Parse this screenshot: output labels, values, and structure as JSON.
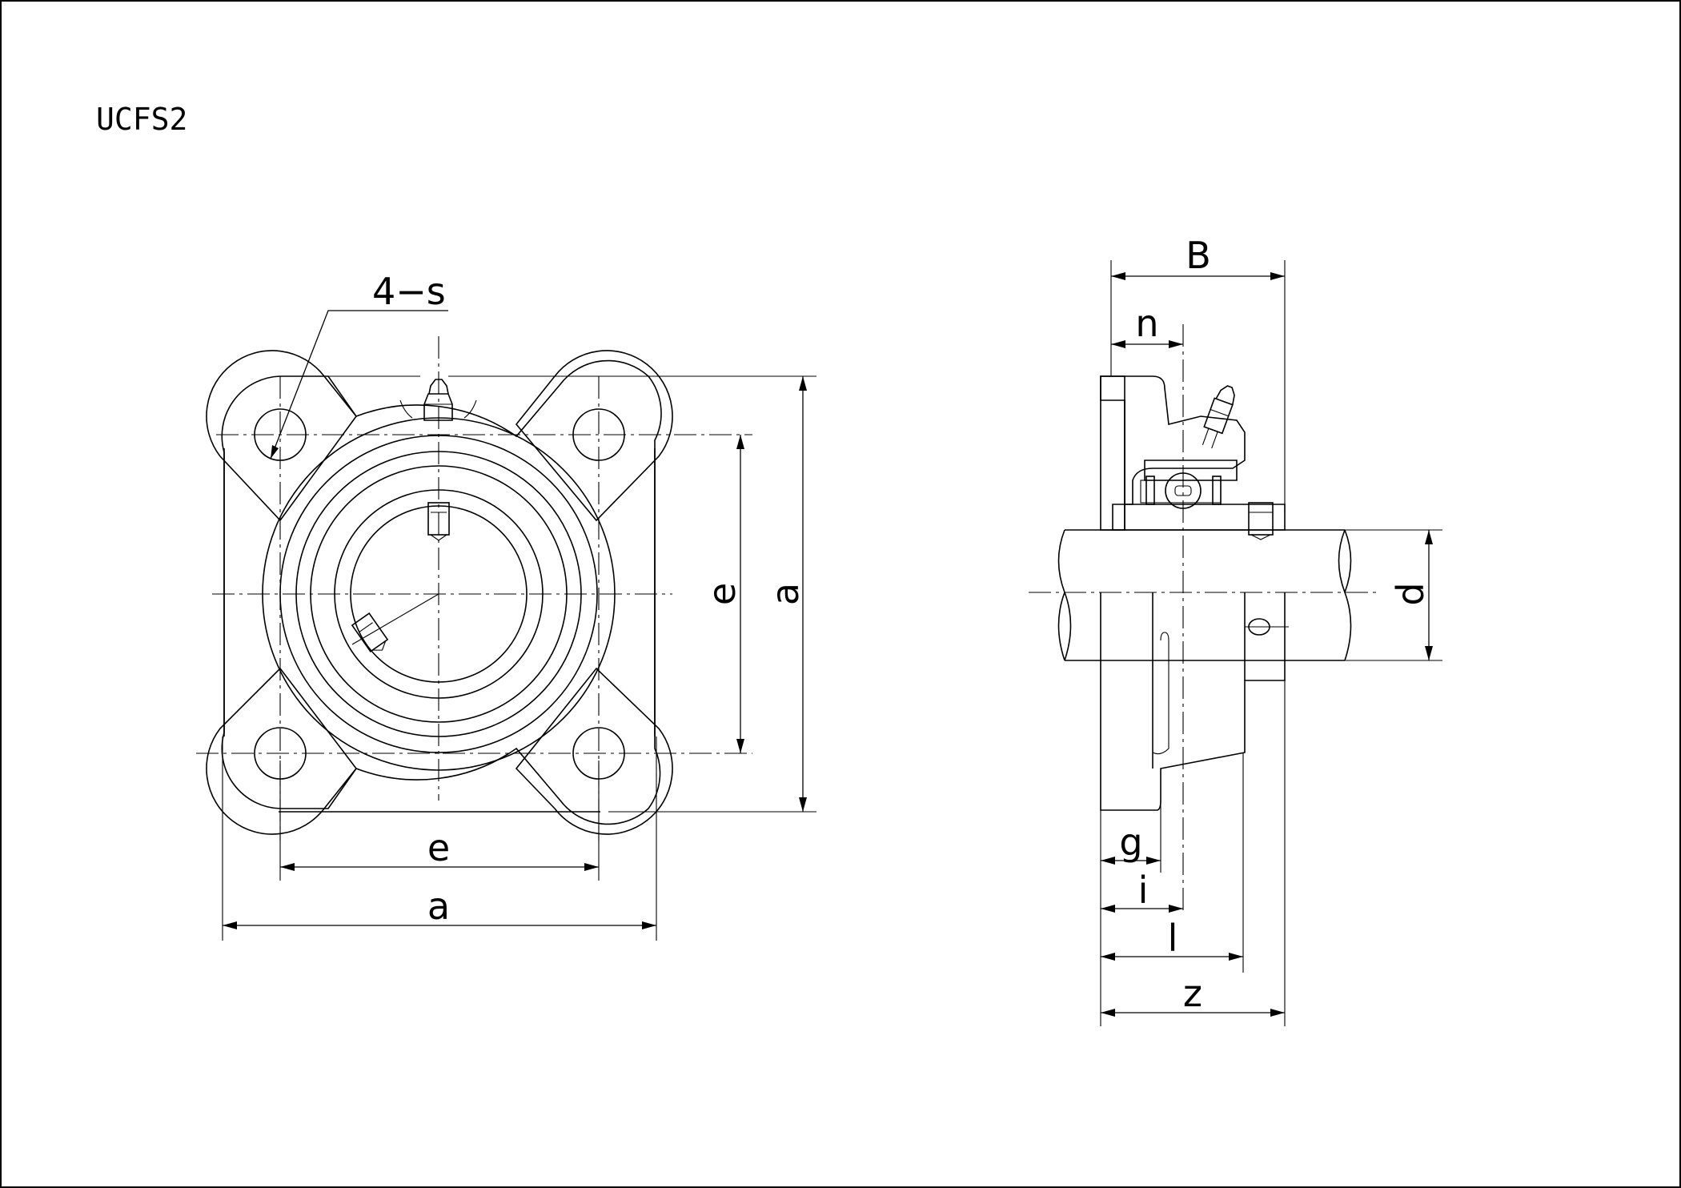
{
  "drawing": {
    "title": "UCFS2"
  },
  "front_view": {
    "bolt_holes_label": "4−s",
    "dim_e_horizontal": "e",
    "dim_a_horizontal": "a",
    "dim_e_vertical": "e",
    "dim_a_vertical": "a"
  },
  "side_view": {
    "dim_B": "B",
    "dim_n": "n",
    "dim_d": "d",
    "dim_g": "g",
    "dim_i": "i",
    "dim_l": "l",
    "dim_z": "z"
  }
}
